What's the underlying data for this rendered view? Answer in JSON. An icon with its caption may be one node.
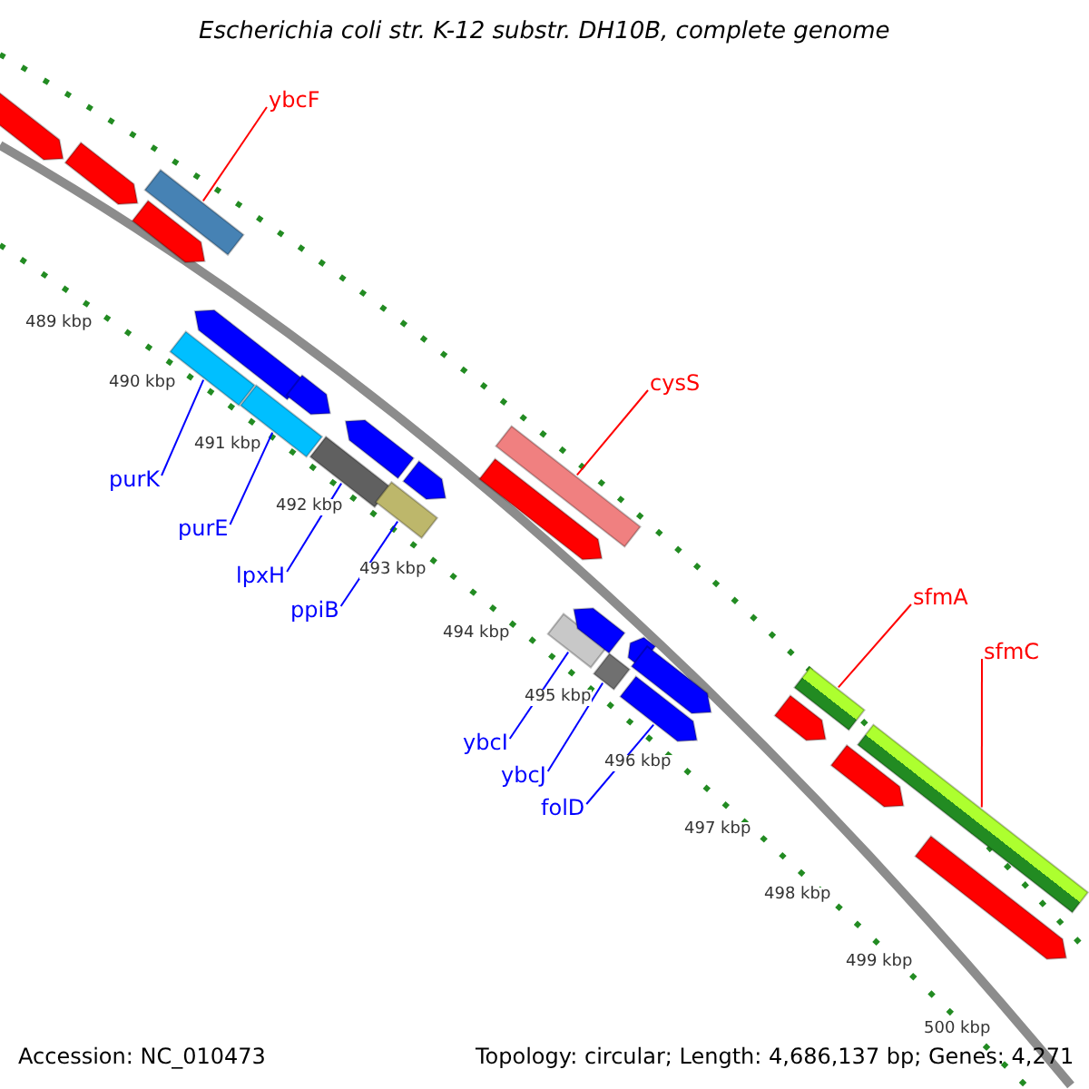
{
  "diagram": {
    "title": "Escherichia coli str. K-12 substr. DH10B, complete genome",
    "nodes": [
      {
        "text": [
          "ybcF"
        ]
      },
      {
        "text": [
          "cysS"
        ]
      },
      {
        "text": [
          "sfmA"
        ]
      },
      {
        "text": [
          "sfmC"
        ]
      },
      {
        "text": [
          "purK"
        ]
      },
      {
        "text": [
          "purE"
        ]
      },
      {
        "text": [
          "lpxH"
        ]
      },
      {
        "text": [
          "ppiB"
        ]
      },
      {
        "text": [
          "ybcI"
        ]
      },
      {
        "text": [
          "ybcJ"
        ]
      },
      {
        "text": [
          "folD"
        ]
      },
      {
        "text": [],
        "shape": "bar"
      },
      {
        "text": [],
        "shape": "bar"
      },
      {
        "text": [],
        "shape": "bar"
      },
      {
        "text": [],
        "shape": "bar"
      },
      {
        "text": [],
        "shape": "bar"
      },
      {
        "text": [],
        "shape": "bar"
      },
      {
        "text": [],
        "shape": "bar"
      },
      {
        "text": [],
        "shape": "bar"
      },
      {
        "text": [],
        "shape": "bar"
      },
      {
        "text": [],
        "shape": "bar"
      },
      {
        "text": [],
        "shape": "arrow"
      },
      {
        "text": [],
        "shape": "arrow"
      },
      {
        "text": [],
        "shape": "arrow"
      },
      {
        "text": [],
        "shape": "arrow"
      },
      {
        "text": [],
        "shape": "arrow"
      },
      {
        "text": [],
        "shape": "arrow"
      },
      {
        "text": [],
        "shape": "arrow"
      },
      {
        "text": [],
        "shape": "arrow"
      },
      {
        "text": [],
        "shape": "arrow"
      },
      {
        "text": [],
        "shape": "arrow"
      },
      {
        "text": [],
        "shape": "arrow"
      },
      {
        "text": [],
        "shape": "arrow"
      },
      {
        "text": [],
        "shape": "arrow"
      },
      {
        "text": [],
        "shape": "arrow"
      },
      {
        "text": [],
        "shape": "arrow"
      }
    ],
    "edges": [
      {
        "from": 0,
        "to": 11,
        "arrow": "none",
        "color": "#ff0000"
      },
      {
        "from": 1,
        "to": 12,
        "arrow": "none",
        "color": "#ff0000"
      },
      {
        "from": 2,
        "to": 13,
        "arrow": "none",
        "color": "#ff0000"
      },
      {
        "from": 3,
        "to": 14,
        "arrow": "none",
        "color": "#ff0000"
      },
      {
        "from": 4,
        "to": 15,
        "arrow": "none"
      },
      {
        "from": 5,
        "to": 16,
        "arrow": "none"
      },
      {
        "from": 6,
        "to": 17,
        "arrow": "none"
      },
      {
        "from": 7,
        "to": 18,
        "arrow": "none"
      },
      {
        "from": 8,
        "to": 19,
        "arrow": "none"
      },
      {
        "from": 9,
        "to": 20,
        "arrow": "none"
      },
      {
        "from": 10,
        "to": 21,
        "arrow": "none"
      }
    ],
    "labels": [
      "489 kbp",
      "490 kbp",
      "491 kbp",
      "492 kbp",
      "493 kbp",
      "494 kbp",
      "495 kbp",
      "496 kbp",
      "497 kbp",
      "498 kbp",
      "499 kbp",
      "500 kbp",
      "Accession: NC_010473",
      "Topology: circular; Length: 4,686,137 bp; Genes: 4,271"
    ]
  }
}
